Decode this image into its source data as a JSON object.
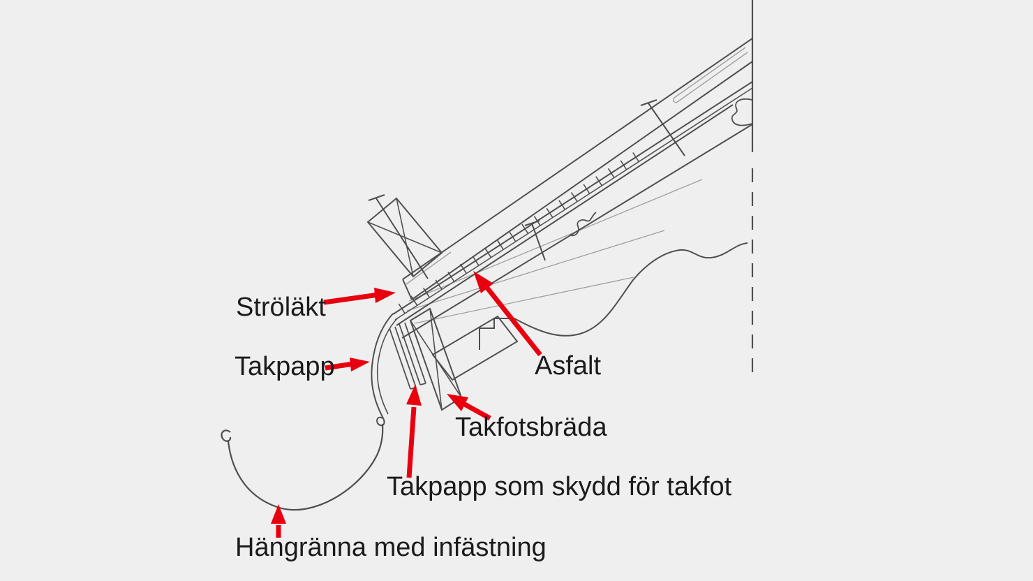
{
  "colors": {
    "background": "#efefef",
    "pencil_line": "#4f4f4f",
    "pencil_line_light": "#9f9f9f",
    "annotation_arrow_red": "#e8000f",
    "label_text": "#1b1b1b"
  },
  "labels": {
    "strolakt": "Ströläkt",
    "takpapp": "Takpapp",
    "asfalt": "Asfalt",
    "takfotsbrada": "Takfotsbräda",
    "takpapp_skydd": "Takpapp som skydd för takfot",
    "hangranna": "Hängränna med infästning"
  }
}
